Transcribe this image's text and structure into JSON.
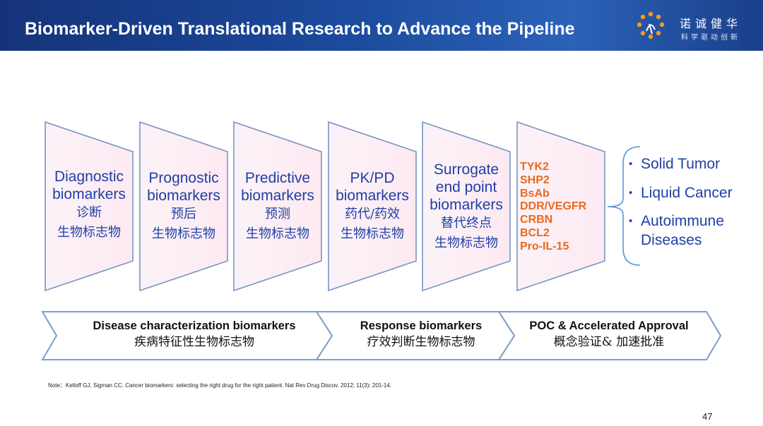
{
  "header": {
    "title": "Biomarker-Driven Translational Research to Advance the Pipeline",
    "logo_name": "诺诚健华",
    "logo_tagline": "科学驱动创新"
  },
  "funnel": [
    {
      "en": [
        "Diagnostic",
        "biomarkers"
      ],
      "cn": [
        "诊断",
        "生物标志物"
      ]
    },
    {
      "en": [
        "Prognostic",
        "biomarkers"
      ],
      "cn": [
        "预后",
        "生物标志物"
      ]
    },
    {
      "en": [
        "Predictive",
        "biomarkers"
      ],
      "cn": [
        "预测",
        "生物标志物"
      ]
    },
    {
      "en": [
        "PK/PD",
        "biomarkers"
      ],
      "cn": [
        "药代/药效",
        "生物标志物"
      ]
    },
    {
      "en": [
        "Surrogate",
        "end point",
        "biomarkers"
      ],
      "cn": [
        "替代终点",
        "生物标志物"
      ]
    }
  ],
  "targets": [
    "TYK2",
    "SHP2",
    "BsAb",
    "DDR/VEGFR",
    "CRBN",
    "BCL2",
    "Pro-IL-15"
  ],
  "indications": [
    "Solid Tumor",
    "Liquid Cancer",
    "Autoimmune",
    "Diseases"
  ],
  "bands": [
    {
      "en": "Disease characterization biomarkers",
      "cn": "疾病特征性生物标志物"
    },
    {
      "en": "Response biomarkers",
      "cn": "疗效判断生物标志物"
    },
    {
      "en": "POC & Accelerated Approval",
      "cn": "概念验证& 加速批准"
    }
  ],
  "note": "Note：Kelloff GJ, Sigman CC. Cancer biomarkers: selecting the right drug for the right patient. Nat Rev Drug Discov. 2012; 11(3): 201-14.",
  "page_number": "47",
  "colors": {
    "header": "#1c4a9c",
    "text_blue": "#1f3fa6",
    "target_orange": "#e86a1e",
    "shape_fill": "#fbeef5",
    "outline": "#6f8fc4"
  }
}
